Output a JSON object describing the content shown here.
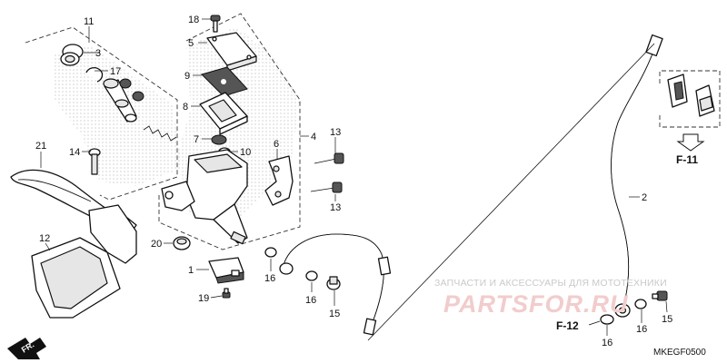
{
  "callouts": [
    {
      "id": "c11",
      "label": "11"
    },
    {
      "id": "c3",
      "label": "3"
    },
    {
      "id": "c17",
      "label": "17"
    },
    {
      "id": "c18",
      "label": "18"
    },
    {
      "id": "c5",
      "label": "5"
    },
    {
      "id": "c9",
      "label": "9"
    },
    {
      "id": "c8",
      "label": "8"
    },
    {
      "id": "c7",
      "label": "7"
    },
    {
      "id": "c10",
      "label": "10"
    },
    {
      "id": "c6",
      "label": "6"
    },
    {
      "id": "c4",
      "label": "4"
    },
    {
      "id": "c13a",
      "label": "13"
    },
    {
      "id": "c13b",
      "label": "13"
    },
    {
      "id": "c21",
      "label": "21"
    },
    {
      "id": "c14",
      "label": "14"
    },
    {
      "id": "c12",
      "label": "12"
    },
    {
      "id": "c20",
      "label": "20"
    },
    {
      "id": "c1",
      "label": "1"
    },
    {
      "id": "c19",
      "label": "19"
    },
    {
      "id": "c16a",
      "label": "16"
    },
    {
      "id": "c16b",
      "label": "16"
    },
    {
      "id": "c15a",
      "label": "15"
    },
    {
      "id": "c2",
      "label": "2"
    },
    {
      "id": "c16c",
      "label": "16"
    },
    {
      "id": "c16d",
      "label": "16"
    },
    {
      "id": "c15b",
      "label": "15"
    }
  ],
  "refs": {
    "f11": "F-11",
    "f12": "F-12"
  },
  "front_marker": "FR.",
  "diagram_code": "MKEGF0500",
  "watermark": {
    "caption": "ЗАПЧАСТИ И АКСЕССУАРЫ ДЛЯ МОТОТЕХНИКИ",
    "logo": "PARTSFOR.RU"
  }
}
